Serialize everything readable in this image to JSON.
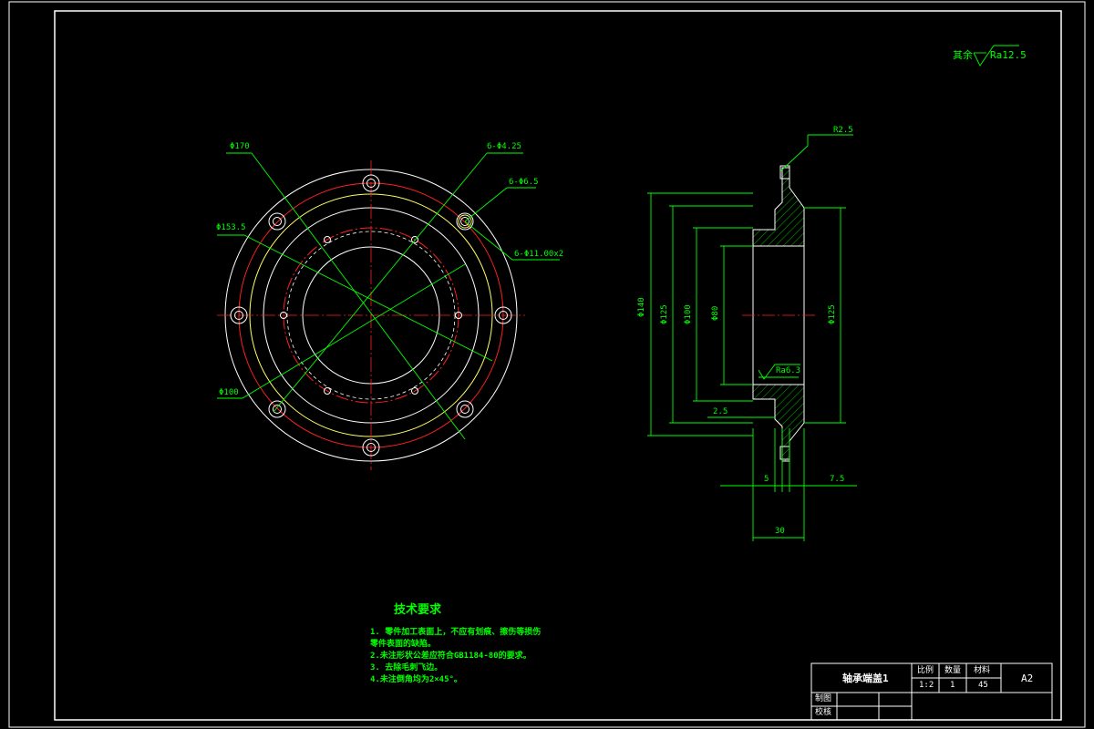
{
  "drawing": {
    "roughness_general_prefix": "其余",
    "roughness_general_value": "Ra12.5",
    "front_view": {
      "dims": {
        "od170": "Φ170",
        "tap": "6-Φ4.25",
        "cbore": "6-Φ6.5",
        "thru": "6-Φ11.00x2",
        "d153": "Φ153.5",
        "d100": "Φ100"
      }
    },
    "side_view": {
      "dims": {
        "r": "R2.5",
        "d140": "Φ140",
        "d125": "Φ125",
        "d100": "Φ100",
        "d80": "Φ80",
        "d125b": "Φ125",
        "ra": "Ra6.3",
        "w25": "2.5",
        "w5": "5",
        "w75": "7.5",
        "w30": "30"
      }
    },
    "notes": {
      "title": "技术要求",
      "lines": [
        "1. 零件加工表面上，不应有划痕、擦伤等损伤",
        "零件表面的缺陷。",
        "2.未注形状公差应符合GB1184-80的要求。",
        "3. 去除毛刺飞边。",
        "4.未注倒角均为2×45°。"
      ]
    },
    "title_block": {
      "part_name": "轴承端盖1",
      "scale_label": "比例",
      "qty_label": "数量",
      "material_label": "材料",
      "sheet": "A2",
      "scale_value": "1:2",
      "qty_value": "1",
      "material_value": "45",
      "drawn_label": "制图",
      "checked_label": "校核"
    }
  }
}
